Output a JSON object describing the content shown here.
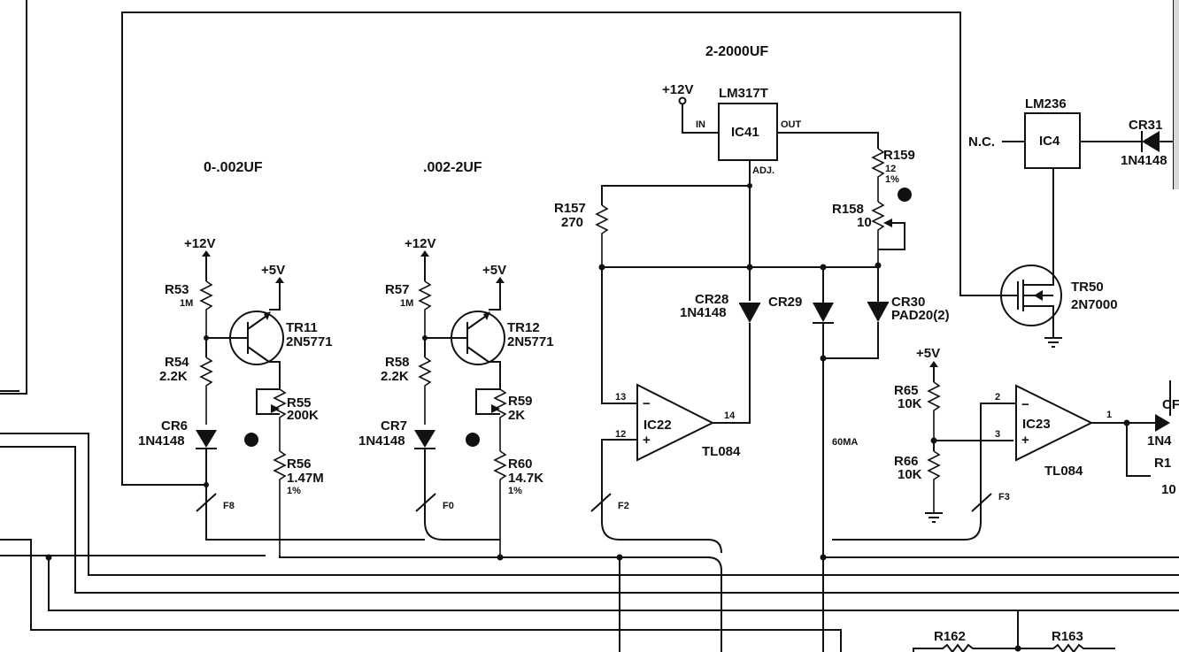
{
  "sections": {
    "range1": "0-.002UF",
    "range2": ".002-2UF",
    "range3": "2-2000UF"
  },
  "supplies": {
    "p12a": "+12V",
    "p5a": "+5V",
    "p12b": "+12V",
    "p5b": "+5V",
    "p12c": "+12V",
    "p5c": "+5V"
  },
  "components": {
    "r53": {
      "ref": "R53",
      "val": "1M"
    },
    "r54": {
      "ref": "R54",
      "val": "2.2K"
    },
    "r55": {
      "ref": "R55",
      "val": "200K"
    },
    "r56": {
      "ref": "R56",
      "val": "1.47M",
      "tol": "1%"
    },
    "cr6": {
      "ref": "CR6",
      "val": "1N4148"
    },
    "tr11": {
      "ref": "TR11",
      "val": "2N5771"
    },
    "r57": {
      "ref": "R57",
      "val": "1M"
    },
    "r58": {
      "ref": "R58",
      "val": "2.2K"
    },
    "r59": {
      "ref": "R59",
      "val": "2K"
    },
    "r60": {
      "ref": "R60",
      "val": "14.7K",
      "tol": "1%"
    },
    "cr7": {
      "ref": "CR7",
      "val": "1N4148"
    },
    "tr12": {
      "ref": "TR12",
      "val": "2N5771"
    },
    "ic41": {
      "ref": "IC41",
      "part": "LM317T",
      "pin_in": "IN",
      "pin_out": "OUT",
      "pin_adj": "ADJ."
    },
    "r157": {
      "ref": "R157",
      "val": "270"
    },
    "r159": {
      "ref": "R159",
      "val": "12",
      "tol": "1%"
    },
    "r158": {
      "ref": "R158",
      "val": "10"
    },
    "cr28": {
      "ref": "CR28",
      "val": "1N4148"
    },
    "cr29": {
      "ref": "CR29"
    },
    "cr30": {
      "ref": "CR30",
      "val": "PAD20(2)"
    },
    "ic22": {
      "ref": "IC22",
      "part": "TL084",
      "pin_inv": "13",
      "pin_noninv": "12",
      "pin_out": "14"
    },
    "current": "60MA",
    "ic4": {
      "ref": "IC4",
      "part": "LM236",
      "nc": "N.C."
    },
    "cr31": {
      "ref": "CR31",
      "val": "1N4148"
    },
    "tr50": {
      "ref": "TR50",
      "val": "2N7000"
    },
    "r65": {
      "ref": "R65",
      "val": "10K"
    },
    "r66": {
      "ref": "R66",
      "val": "10K"
    },
    "ic23": {
      "ref": "IC23",
      "part": "TL084",
      "pin_inv": "2",
      "pin_noninv": "3",
      "pin_out": "1"
    },
    "edge_cr": "CF",
    "edge_1n": "1N4",
    "edge_r1": "R1",
    "edge_r1v": "10",
    "r162": {
      "ref": "R162"
    },
    "r163": {
      "ref": "R163"
    }
  },
  "switches": {
    "f8": "F8",
    "f0": "F0",
    "f2": "F2",
    "f3": "F3"
  },
  "opamp_signs": {
    "minus": "−",
    "plus": "+"
  }
}
